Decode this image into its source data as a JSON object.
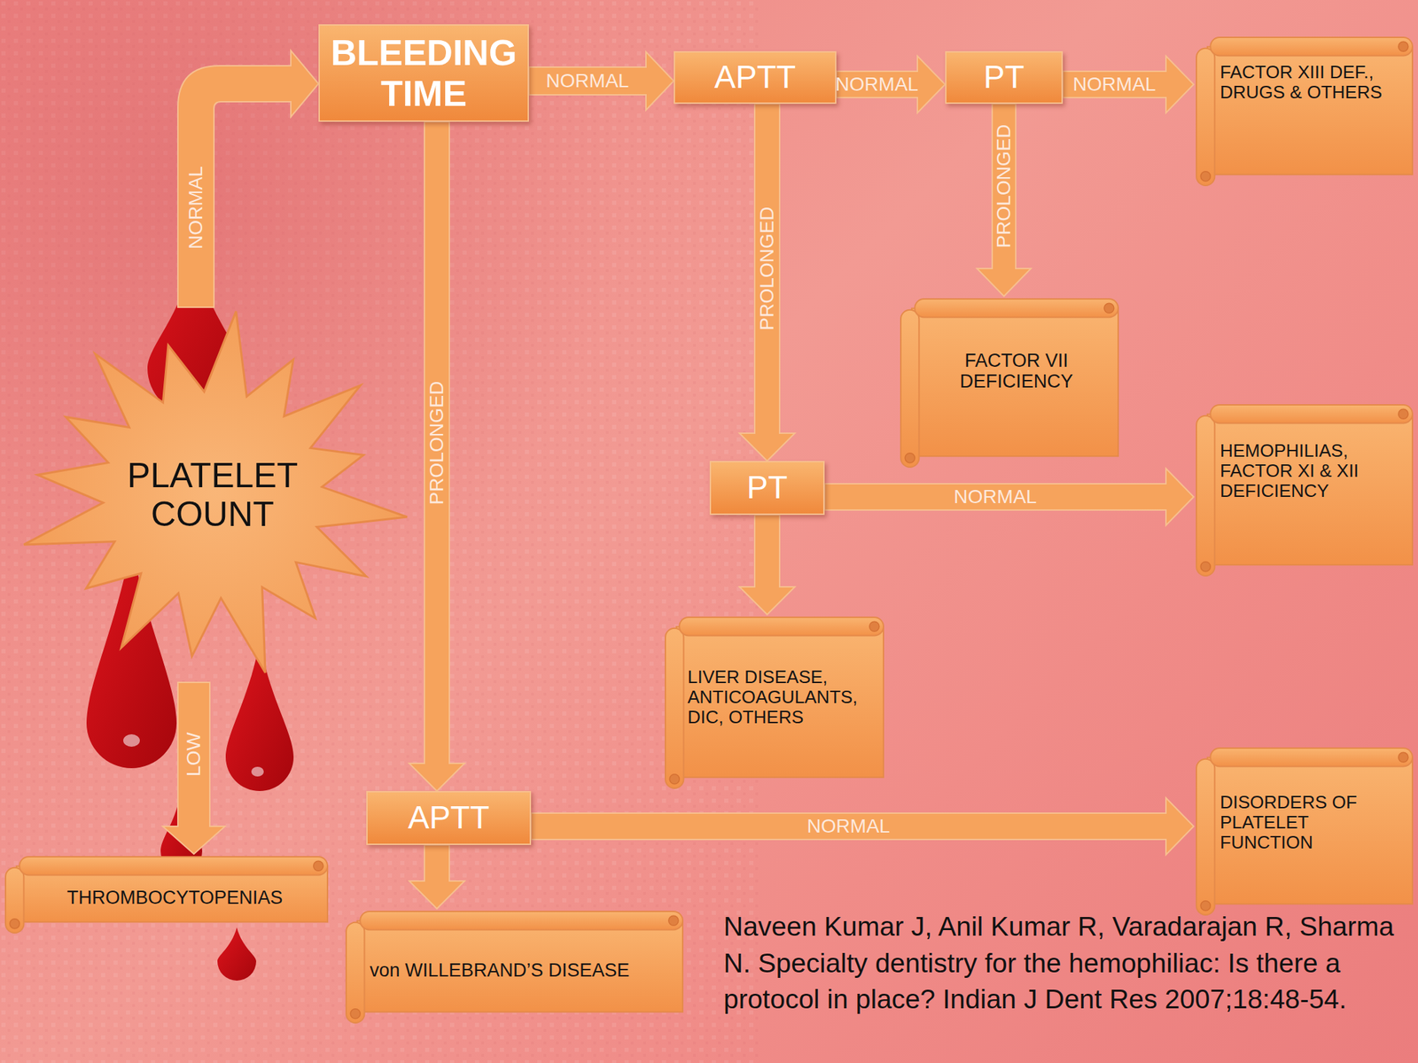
{
  "diagram": {
    "nodes": [
      {
        "text": [
          "BLEEDING TIME"
        ]
      },
      {
        "text": [
          "APTT"
        ]
      },
      {
        "text": [
          "PT"
        ]
      },
      {
        "text": [
          "FACTOR XIII DEF., DRUGS & OTHERS"
        ]
      },
      {
        "text": [
          "FACTOR VII DEFICIENCY"
        ]
      },
      {
        "text": [
          "PLATELET COUNT"
        ]
      },
      {
        "text": [
          "PT"
        ]
      },
      {
        "text": [
          "HEMOPHILIAS, FACTOR XI & XII DEFICIENCY"
        ]
      },
      {
        "text": [
          "LIVER DISEASE, ANTICOAGULANTS, DIC, OTHERS"
        ]
      },
      {
        "text": [
          "APTT"
        ]
      },
      {
        "text": [
          "DISORDERS OF PLATELET FUNCTION"
        ]
      },
      {
        "text": [
          "THROMBOCYTOPENIAS"
        ]
      },
      {
        "text": [
          "von WILLEBRAND’S DISEASE"
        ]
      }
    ],
    "edges": [
      {
        "from": 5,
        "to": 0,
        "label": "NORMAL",
        "arrow": "to"
      },
      {
        "from": 5,
        "to": 11,
        "label": "LOW",
        "arrow": "to"
      },
      {
        "from": 0,
        "to": 1,
        "label": "NORMAL",
        "arrow": "to"
      },
      {
        "from": 0,
        "to": 9,
        "label": "PROLONGED",
        "arrow": "to"
      },
      {
        "from": 1,
        "to": 2,
        "label": "NORMAL",
        "arrow": "to"
      },
      {
        "from": 1,
        "to": 6,
        "label": "PROLONGED",
        "arrow": "to"
      },
      {
        "from": 2,
        "to": 3,
        "label": "NORMAL",
        "arrow": "to"
      },
      {
        "from": 2,
        "to": 4,
        "label": "PROLONGED",
        "arrow": "to"
      },
      {
        "from": 6,
        "to": 7,
        "label": "NORMAL",
        "arrow": "to"
      },
      {
        "from": 6,
        "to": 8,
        "arrow": "to"
      },
      {
        "from": 9,
        "to": 10,
        "label": "NORMAL",
        "arrow": "to"
      },
      {
        "from": 9,
        "to": 12,
        "arrow": "to"
      }
    ],
    "labels": [
      "Naveen Kumar J, Anil Kumar R, Varadarajan R, Sharma N. Specialty dentistry for the hemophiliac: Is there a protocol in place? Indian J Dent Res 2007;18:48-54."
    ]
  }
}
